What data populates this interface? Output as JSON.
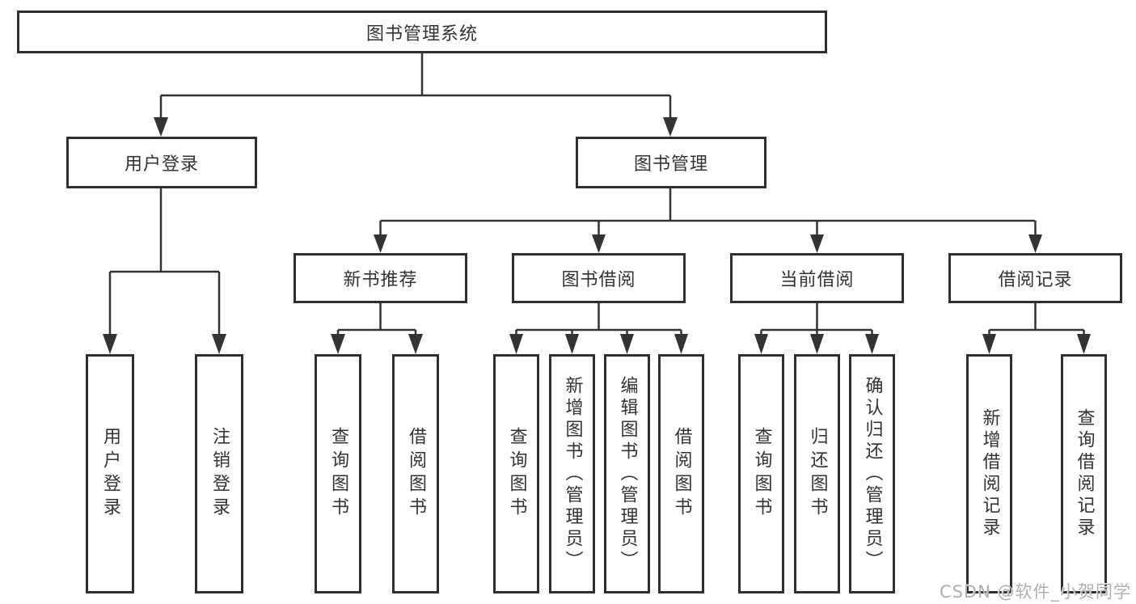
{
  "tree": {
    "root": {
      "label": "图书管理系统"
    },
    "level2": [
      {
        "id": "user-login",
        "label": "用户登录",
        "children": [
          {
            "label": "用户登录"
          },
          {
            "label": "注销登录"
          }
        ]
      },
      {
        "id": "book-management",
        "label": "图书管理",
        "children": [
          {
            "label": "新书推荐",
            "children": [
              {
                "label": "查询图书"
              },
              {
                "label": "借阅图书"
              }
            ]
          },
          {
            "label": "图书借阅",
            "children": [
              {
                "label": "查询图书"
              },
              {
                "label": "新增图书（管理员）"
              },
              {
                "label": "编辑图书（管理员）"
              },
              {
                "label": "借阅图书"
              }
            ]
          },
          {
            "label": "当前借阅",
            "children": [
              {
                "label": "查询图书"
              },
              {
                "label": "归还图书"
              },
              {
                "label": "确认归还（管理员）"
              }
            ]
          },
          {
            "label": "借阅记录",
            "children": [
              {
                "label": "新增借阅记录"
              },
              {
                "label": "查询借阅记录"
              }
            ]
          }
        ]
      }
    ]
  },
  "watermark": {
    "text": "CSDN @软件_小贺同学"
  },
  "colors": {
    "line": "#333333",
    "box_border": "#2f2f2f",
    "text": "#333333",
    "watermark": "#b0b0b0",
    "background": "#ffffff"
  }
}
